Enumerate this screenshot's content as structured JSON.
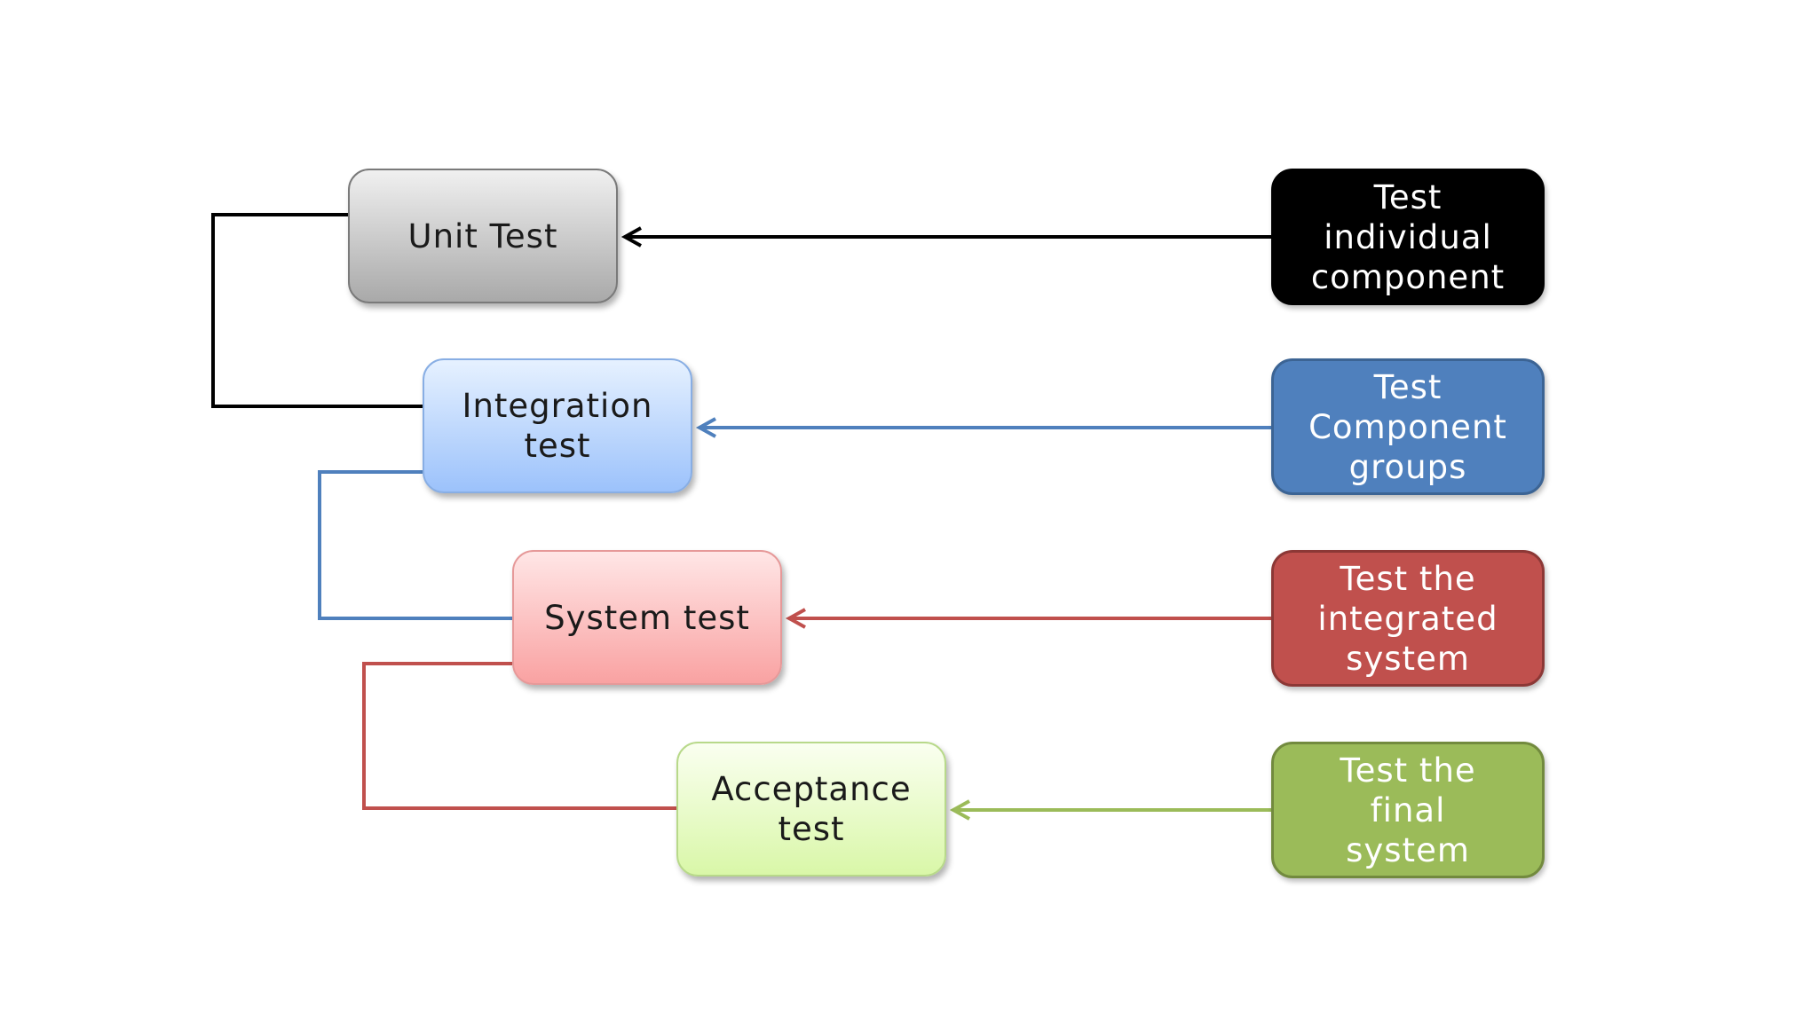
{
  "stages": [
    {
      "id": "unit-test",
      "label": "Unit Test",
      "color": "#000000"
    },
    {
      "id": "integration-test",
      "label": "Integration test",
      "color": "#4f80bd"
    },
    {
      "id": "system-test",
      "label": "System test",
      "color": "#c0504d"
    },
    {
      "id": "acceptance-test",
      "label": "Acceptance test",
      "color": "#9bbb59"
    }
  ],
  "descriptions": [
    {
      "id": "desc-unit",
      "label": "Test individual component",
      "fill": "#000000"
    },
    {
      "id": "desc-integration",
      "label": "Test Component groups",
      "fill": "#4f80bd"
    },
    {
      "id": "desc-system",
      "label": "Test the integrated system",
      "fill": "#c0504d"
    },
    {
      "id": "desc-acceptance",
      "label": "Test the final system",
      "fill": "#9bbb59"
    }
  ]
}
